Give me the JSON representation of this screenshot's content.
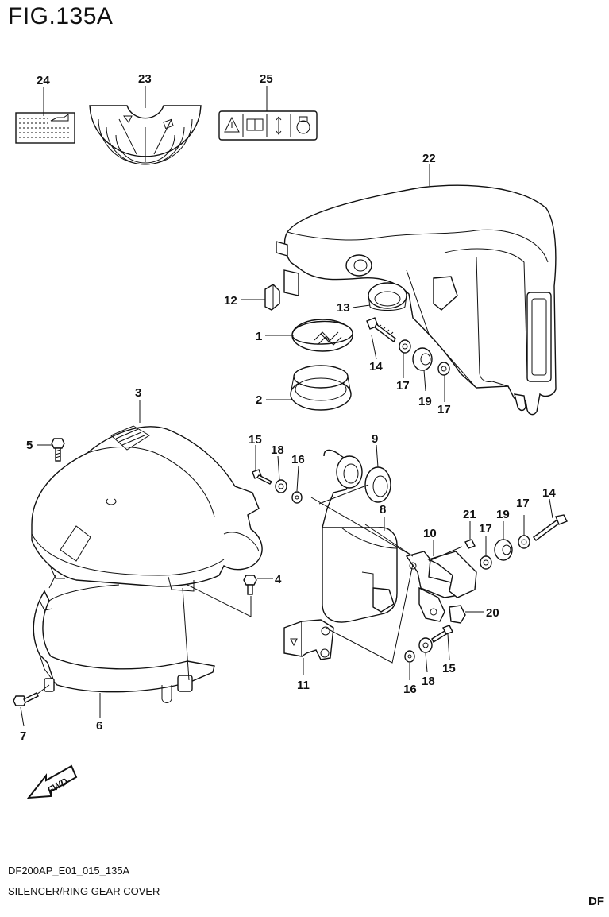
{
  "figure": {
    "title": "FIG.135A",
    "code": "DF200AP_E01_015_135A",
    "name": "SILENCER/RING GEAR COVER",
    "cut_text": "DF"
  },
  "fwd_label": "FWD",
  "callouts": {
    "c1": "1",
    "c2": "2",
    "c3": "3",
    "c4": "4",
    "c5": "5",
    "c6": "6",
    "c7": "7",
    "c8": "8",
    "c9": "9",
    "c10": "10",
    "c11": "11",
    "c12": "12",
    "c13": "13",
    "c14a": "14",
    "c14b": "14",
    "c15a": "15",
    "c15b": "15",
    "c16a": "16",
    "c16b": "16",
    "c17a": "17",
    "c17b": "17",
    "c17c": "17",
    "c17d": "17",
    "c18a": "18",
    "c18b": "18",
    "c19a": "19",
    "c19b": "19",
    "c20": "20",
    "c21": "21",
    "c22": "22",
    "c23": "23",
    "c24": "24",
    "c25": "25"
  }
}
